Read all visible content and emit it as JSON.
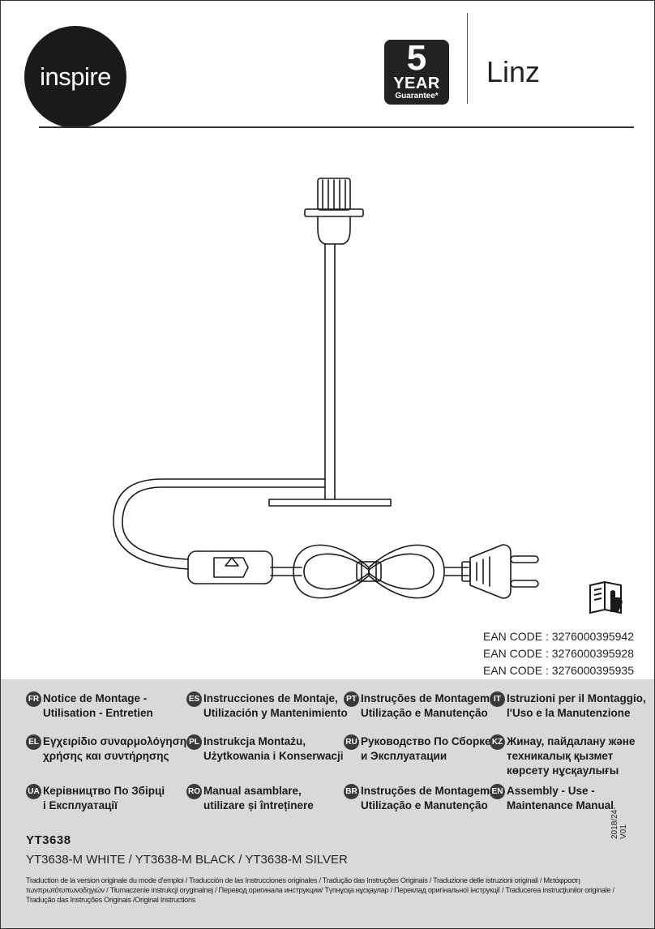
{
  "header": {
    "brand": "inspire",
    "guarantee": {
      "number": "5",
      "year": "YEAR",
      "label": "Guarantee*"
    },
    "model_name": "Linz"
  },
  "icons": [
    "lamp-base-illustration",
    "instruction-manual-icon"
  ],
  "ean_codes": [
    "EAN CODE : 3276000395942",
    "EAN CODE : 3276000395928",
    "EAN CODE : 3276000395935"
  ],
  "languages": [
    {
      "code": "FR",
      "lines": [
        "Notice de Montage -",
        "Utilisation - Entretien"
      ]
    },
    {
      "code": "ES",
      "lines": [
        "Instrucciones de Montaje,",
        "Utilización y Mantenimiento"
      ]
    },
    {
      "code": "PT",
      "lines": [
        "Instruções de Montagem,",
        "Utilização e Manutenção"
      ]
    },
    {
      "code": "IT",
      "lines": [
        "Istruzioni per il Montaggio,",
        "l'Uso e la Manutenzione"
      ]
    },
    {
      "code": "EL",
      "lines": [
        "Εγχειρίδιο συναρμολόγησης,",
        "χρήσης και συντήρησης"
      ]
    },
    {
      "code": "PL",
      "lines": [
        "Instrukcja Montażu,",
        "Użytkowania i Konserwacji"
      ]
    },
    {
      "code": "RU",
      "lines": [
        "Руководство По Сборке",
        "и Эксплуатации"
      ]
    },
    {
      "code": "KZ",
      "lines": [
        "Жинау, пайдалану және",
        "техникалық қызмет",
        "көрсету нұсқаулығы"
      ]
    },
    {
      "code": "UA",
      "lines": [
        "Керівництво По Збірці",
        "і Експлуатації"
      ]
    },
    {
      "code": "RO",
      "lines": [
        "Manual asamblare,",
        "utilizare și întreținere"
      ]
    },
    {
      "code": "BR",
      "lines": [
        "Instruções de Montagem,",
        "Utilização e Manutenção"
      ]
    },
    {
      "code": "EN",
      "lines": [
        "Assembly - Use -",
        "Maintenance Manual"
      ]
    }
  ],
  "product": {
    "code": "YT3638",
    "variants": "YT3638-M WHITE /  YT3638-M BLACK / YT3638-M SILVER",
    "version": "2018/24-V01"
  },
  "translation_note": "Traduction de la version originale du mode d'emploi / Traducción de las Instrucciones originales / Tradução das Instruções Originais / Traduzione delle istruzioni originali  / Μετάφραση τωνπρωτότυπωνοδηγιών / Tłumaczenie instrukcji oryginalnej / Перевод оригинала инструкции/ Түпнұсқа нұсқаулар / Переклад оригінальної інструкції / Traducerea instrucţiunilor originale / Tradução das Instruções Originais /Original Instructions"
}
